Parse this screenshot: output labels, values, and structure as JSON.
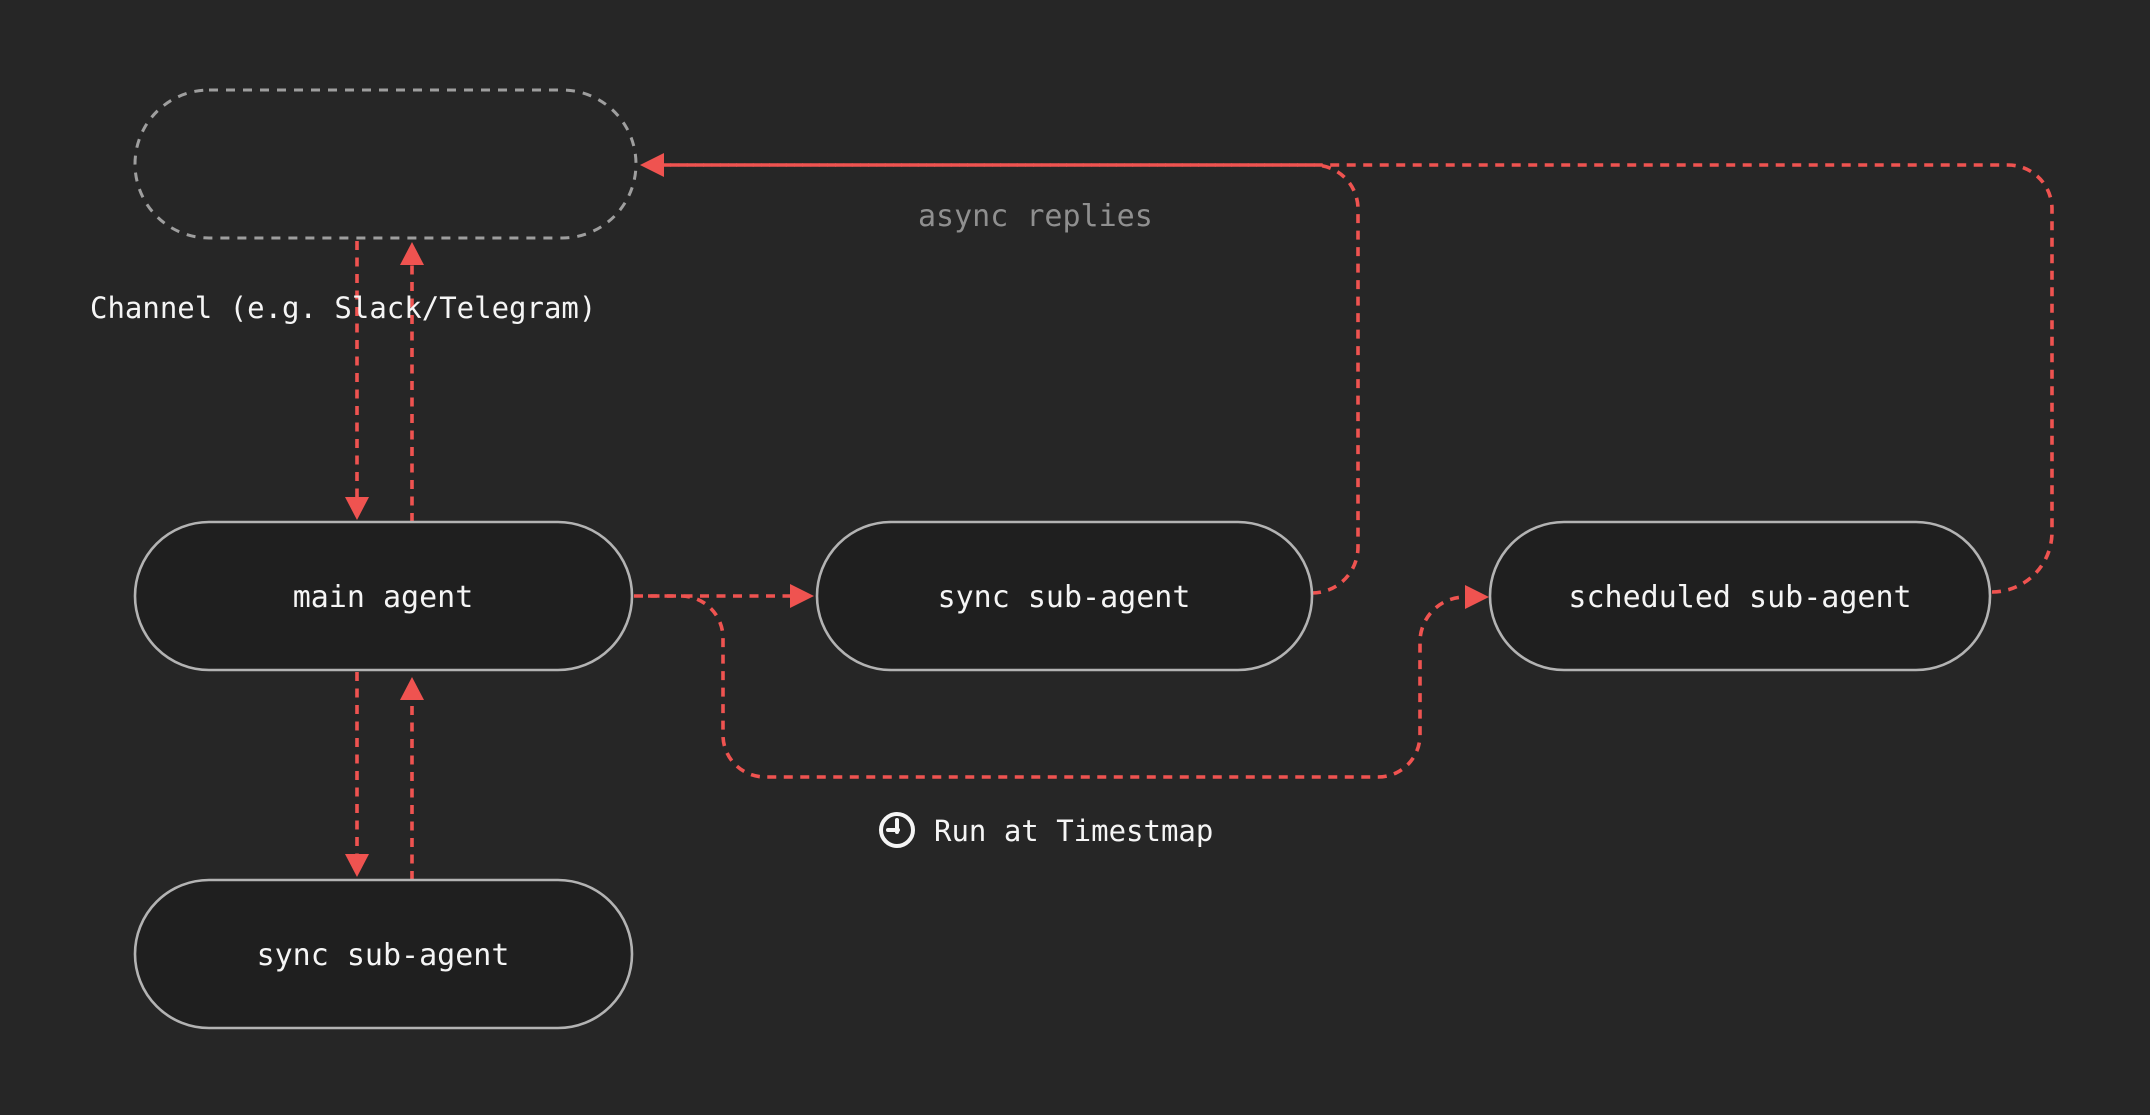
{
  "diagram": {
    "colors": {
      "background": "#262626",
      "node_fill": "#1f1f1f",
      "node_border": "#b3b3b3",
      "channel_dashed_border": "#9e9e9e",
      "connector_red": "#ef5350",
      "text": "#f5f5f5",
      "muted_text": "#8f8f8f"
    },
    "nodes": [
      {
        "id": "main-agent",
        "label": "main agent"
      },
      {
        "id": "sync-sub-agent",
        "label": "sync sub-agent"
      },
      {
        "id": "scheduled-sub-agent",
        "label": "scheduled sub-agent"
      },
      {
        "id": "sync-sub-agent-bottom",
        "label": "sync sub-agent"
      }
    ],
    "channel": {
      "label": "Channel (e.g. Slack/Telegram)"
    },
    "edge_labels": {
      "async_replies": "async replies",
      "run_at_timestamp": "Run at Timestmap"
    },
    "icons": {
      "clock": "clock-icon"
    }
  }
}
